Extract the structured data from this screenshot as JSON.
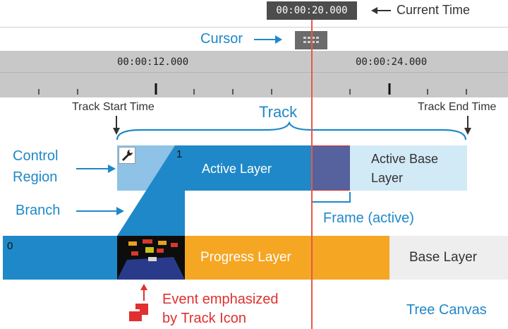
{
  "current_time": {
    "value": "00:00:20.000",
    "label": "Current Time"
  },
  "cursor_label": "Cursor",
  "ruler": {
    "tick_1": "00:00:12.000",
    "tick_2": "00:00:24.000"
  },
  "annotations": {
    "track_start_time": "Track Start Time",
    "track_end_time": "Track End Time",
    "track": "Track",
    "control_region_line1": "Control",
    "control_region_line2": "Region",
    "branch": "Branch",
    "frame_active": "Frame (active)",
    "event_line1": "Event emphasized",
    "event_line2": "by Track Icon",
    "tree_canvas": "Tree Canvas"
  },
  "layers": {
    "active_layer": "Active Layer",
    "active_layer_index": "1",
    "active_base_line1": "Active Base",
    "active_base_line2": "Layer",
    "progress_layer": "Progress Layer",
    "progress_layer_index": "0",
    "base_layer": "Base Layer"
  },
  "colors": {
    "layer_blue": "#1f88c8",
    "control_region": "#8ec2e6",
    "active_base": "#d2e9f6",
    "frame_fill": "#55629e",
    "frame_border": "#e03030",
    "progress_orange": "#f5a623",
    "base_gray": "#eeeeee",
    "cursor_red": "#e8574a",
    "ruler_gray": "#c8c8c8",
    "event_red": "#e03030",
    "annotation_blue": "#1f88c8"
  },
  "icons": {
    "wrench": "wrench-icon",
    "event": "event-icon",
    "cursor_handle": "cursor-handle-icon"
  }
}
